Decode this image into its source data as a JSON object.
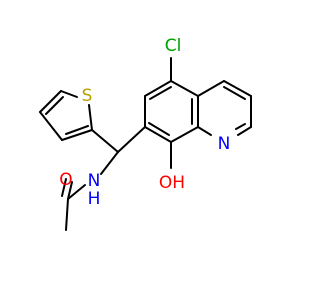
{
  "molecule": {
    "atoms": {
      "chlorine": "Cl",
      "sulfur": "S",
      "quinoline_nitrogen": "N",
      "amide_nitrogen": "N",
      "amide_nitrogen_h": "H",
      "hydroxyl": "OH",
      "carbonyl_oxygen": "O"
    },
    "colors": {
      "bond": "#000000",
      "chlorine": "#00a000",
      "sulfur": "#b8a100",
      "nitrogen": "#0000ff",
      "oxygen": "#ff0000"
    }
  }
}
